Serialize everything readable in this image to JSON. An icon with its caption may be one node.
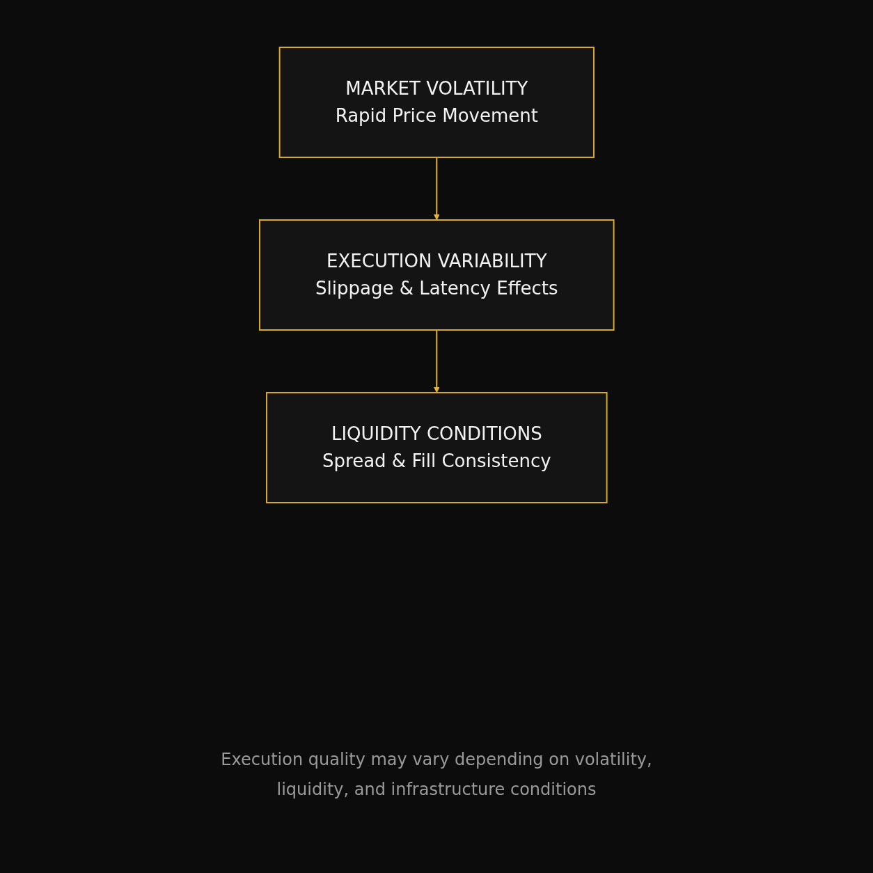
{
  "diagram": {
    "caption": "Execution quality may vary depending on volatility, liquidity, and infrastructure conditions",
    "nodes": [
      {
        "text": [
          "MARKET VOLATILITY",
          "Rapid Price Movement"
        ]
      },
      {
        "text": [
          "EXECUTION VARIABILITY",
          "Slippage & Latency Effects"
        ]
      },
      {
        "text": [
          "LIQUIDITY CONDITIONS",
          "Spread & Fill Consistency"
        ]
      }
    ],
    "edges": [
      {
        "from": 0,
        "to": 1,
        "arrow": "to"
      },
      {
        "from": 1,
        "to": 2,
        "arrow": "to"
      }
    ]
  }
}
